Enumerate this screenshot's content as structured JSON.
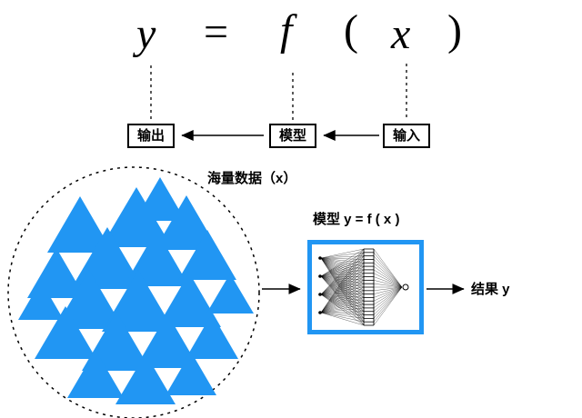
{
  "formula": {
    "y": "y",
    "equals": "=",
    "f": "f",
    "lparen": "(",
    "x": "x",
    "rparen": ")"
  },
  "labels": {
    "output": "输出",
    "model": "模型",
    "input": "输入",
    "data_caption": "海量数据（x）",
    "model_caption": "模型 y = f ( x )",
    "result": "结果 y"
  },
  "colors": {
    "accent": "#2196F3",
    "triangle": "#2196F3",
    "line": "#000000"
  },
  "triangles": [
    [
      88,
      278,
      72,
      62
    ],
    [
      150,
      272,
      78,
      66
    ],
    [
      205,
      275,
      70,
      60
    ],
    [
      176,
      243,
      56,
      48
    ],
    [
      118,
      318,
      80,
      68
    ],
    [
      172,
      315,
      72,
      62
    ],
    [
      228,
      308,
      64,
      55
    ],
    [
      62,
      328,
      64,
      55
    ],
    [
      98,
      362,
      76,
      65
    ],
    [
      152,
      365,
      80,
      68
    ],
    [
      208,
      360,
      70,
      60
    ],
    [
      253,
      345,
      52,
      44
    ],
    [
      45,
      352,
      50,
      43
    ],
    [
      72,
      395,
      68,
      58
    ],
    [
      128,
      408,
      76,
      65
    ],
    [
      184,
      405,
      70,
      60
    ],
    [
      233,
      395,
      58,
      50
    ],
    [
      105,
      438,
      62,
      53
    ],
    [
      160,
      445,
      66,
      56
    ],
    [
      210,
      435,
      56,
      48
    ]
  ]
}
